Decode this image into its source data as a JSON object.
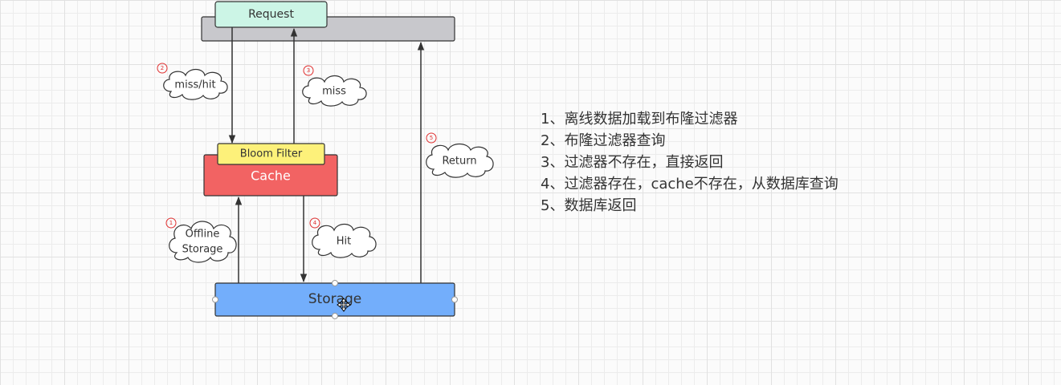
{
  "nodes": {
    "request": "Request",
    "bloom_filter": "Bloom Filter",
    "cache": "Cache",
    "storage": "Storage"
  },
  "edge_labels": {
    "miss_hit": {
      "number": "②",
      "text": "miss/hit"
    },
    "miss": {
      "number": "③",
      "text": "miss"
    },
    "offline_storage": {
      "number": "①",
      "line1": "Offline",
      "line2": "Storage"
    },
    "hit": {
      "number": "④",
      "text": "Hit"
    },
    "return": {
      "number": "⑤",
      "text": "Return"
    }
  },
  "steps": [
    "1、离线数据加载到布隆过滤器",
    "2、布隆过滤器查询",
    "3、过滤器不存在，直接返回",
    "4、过滤器存在，cache不存在，从数据库查询",
    "5、数据库返回"
  ],
  "colors": {
    "request_fill": "#ccf5e6",
    "gateway_fill": "#c8c8cc",
    "bloom_fill": "#fdf17a",
    "cache_fill": "#f26363",
    "storage_fill": "#73aefb"
  }
}
